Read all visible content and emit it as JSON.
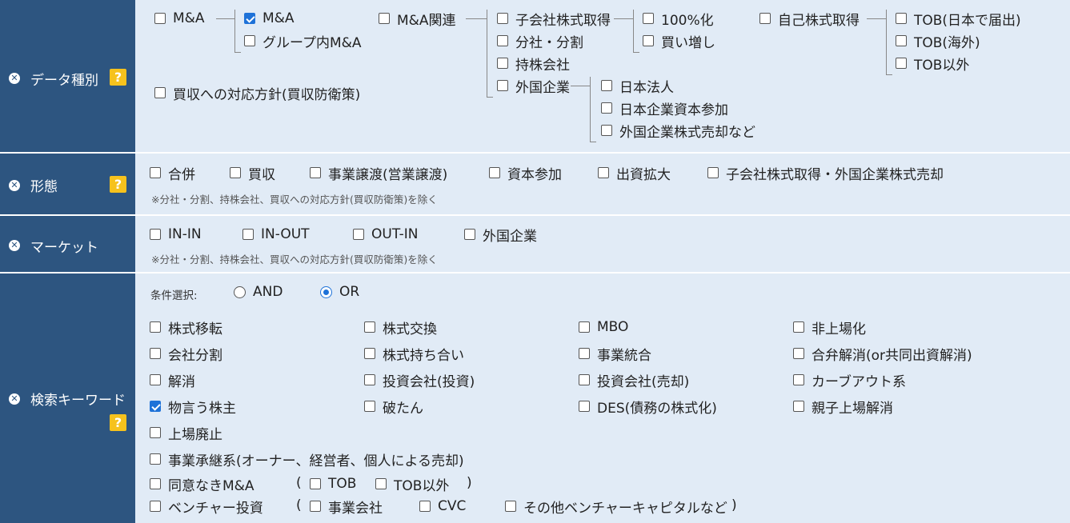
{
  "data_type": {
    "label": "データ種別",
    "help": "?",
    "items": {
      "ma": "M&A",
      "ma_sub": "M&A",
      "group_ma": "グループ内M&A",
      "ma_related": "M&A関連",
      "subsidiary": "子会社株式取得",
      "spinoff": "分社・分割",
      "holding": "持株会社",
      "foreign": "外国企業",
      "full100": "100%化",
      "buyup": "買い増し",
      "treasury": "自己株式取得",
      "tob_jp": "TOB(日本で届出)",
      "tob_abroad": "TOB(海外)",
      "tob_other": "TOB以外",
      "jp_corp": "日本法人",
      "jp_capital": "日本企業資本参加",
      "foreign_sale": "外国企業株式売却など",
      "defense": "買収への対応方針(買収防衛策)"
    }
  },
  "form": {
    "label": "形態",
    "help": "?",
    "items": [
      "合併",
      "買収",
      "事業譲渡(営業譲渡)",
      "資本参加",
      "出資拡大",
      "子会社株式取得・外国企業株式売却"
    ],
    "note": "※分社・分割、持株会社、買収への対応方針(買収防衛策)を除く"
  },
  "market": {
    "label": "マーケット",
    "items": [
      "IN-IN",
      "IN-OUT",
      "OUT-IN",
      "外国企業"
    ],
    "note": "※分社・分割、持株会社、買収への対応方針(買収防衛策)を除く"
  },
  "keywords": {
    "label": "検索キーワード",
    "help": "?",
    "cond_label": "条件選択:",
    "and_label": "AND",
    "or_label": "OR",
    "grid": [
      [
        "株式移転",
        "株式交換",
        "MBO",
        "非上場化"
      ],
      [
        "会社分割",
        "株式持ち合い",
        "事業統合",
        "合弁解消(or共同出資解消)"
      ],
      [
        "解消",
        "投資会社(投資)",
        "投資会社(売却)",
        "カーブアウト系"
      ],
      [
        "物言う株主",
        "破たん",
        "DES(債務の株式化)",
        "親子上場解消"
      ]
    ],
    "delisting": "上場廃止",
    "succession": "事業承継系(オーナー、経営者、個人による売却)",
    "hostile": "同意なきM&A",
    "paren_open": "(",
    "paren_close": ")",
    "hostile_tob": "TOB",
    "hostile_other": "TOB以外",
    "venture": "ベンチャー投資",
    "venture_corp": "事業会社",
    "venture_cvc": "CVC",
    "venture_vc": "その他ベンチャーキャピタルなど"
  }
}
